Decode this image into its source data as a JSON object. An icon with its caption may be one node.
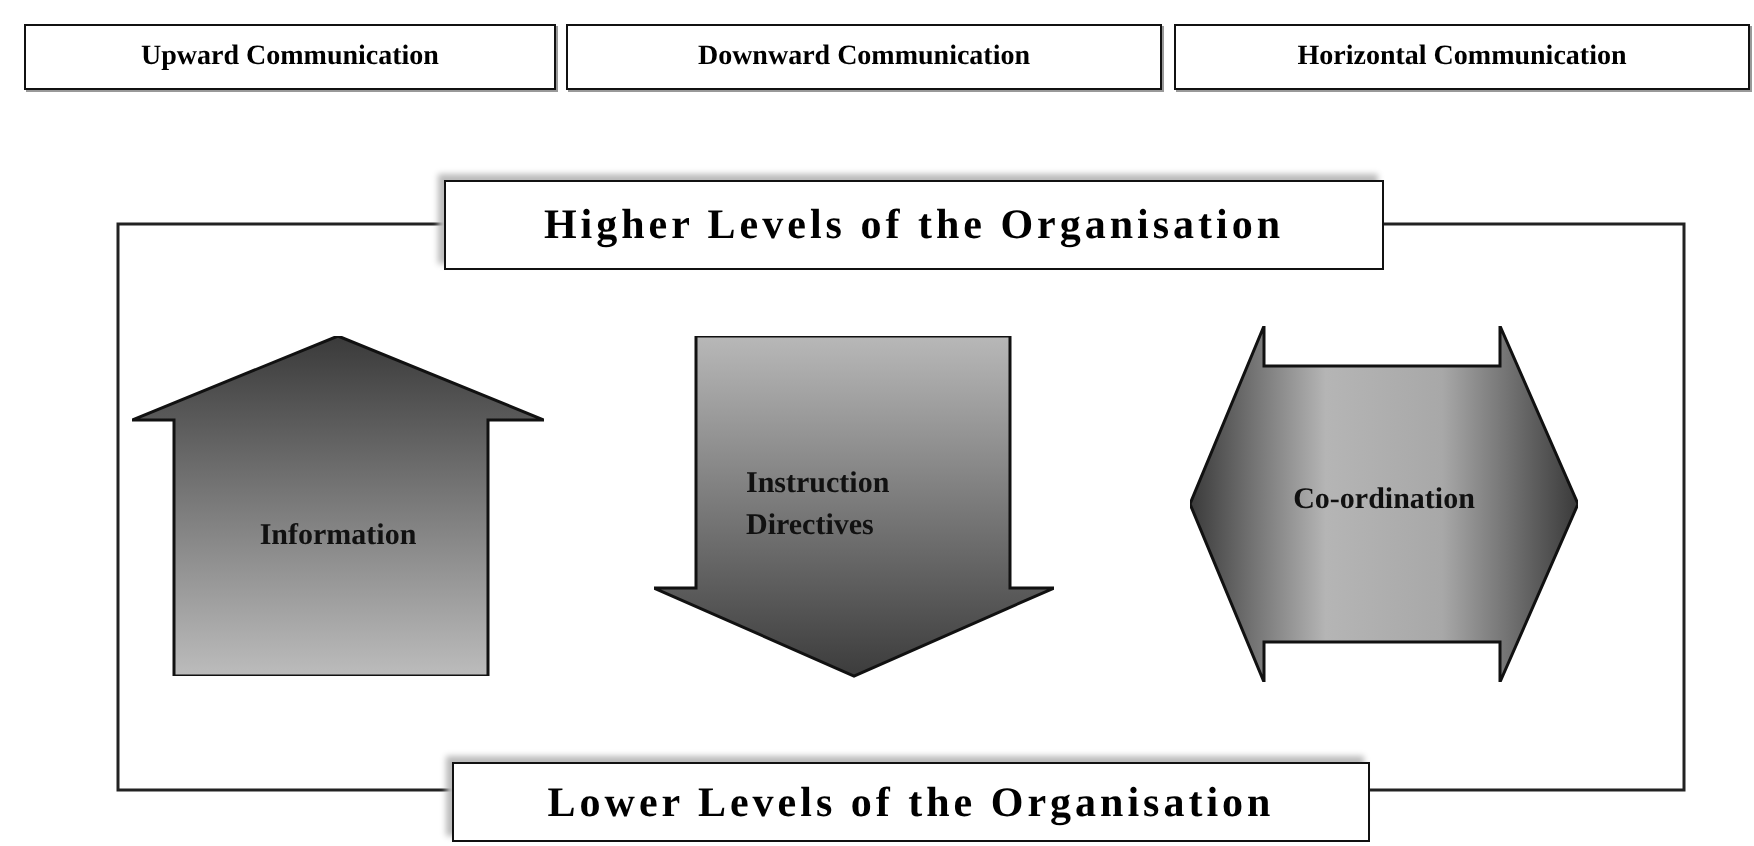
{
  "diagram": {
    "nodes": [
      {
        "text": [
          "Upward Communication"
        ]
      },
      {
        "text": [
          "Downward Communication"
        ]
      },
      {
        "text": [
          "Horizontal Communication"
        ]
      },
      {
        "text": [
          "Higher Levels of the Organisation"
        ]
      },
      {
        "text": [
          "Information"
        ]
      },
      {
        "text": [
          "Instruction Directives"
        ]
      },
      {
        "text": [
          "Co-ordination"
        ]
      },
      {
        "text": [
          "Lower Levels of the Organisation"
        ]
      }
    ],
    "edges": [
      {
        "from": 3,
        "to": 7,
        "arrow": "none"
      },
      {
        "from": 3,
        "to": 7,
        "arrow": "none"
      }
    ]
  }
}
